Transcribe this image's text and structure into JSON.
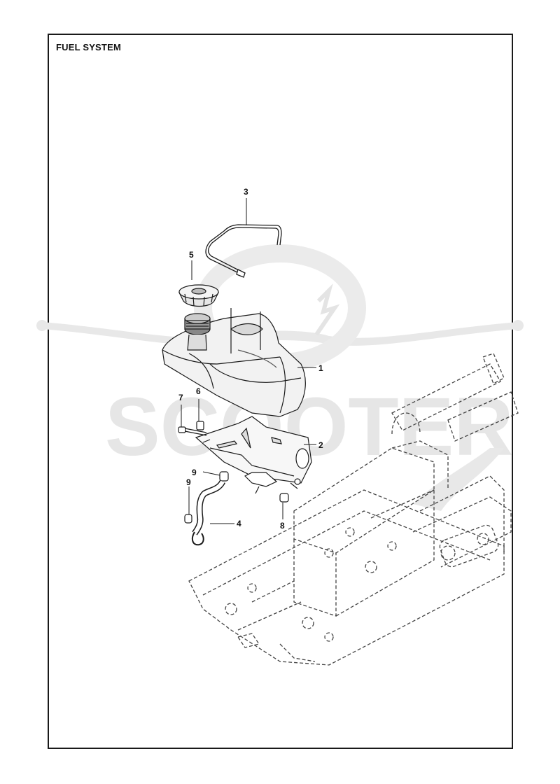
{
  "title": "FUEL SYSTEM",
  "watermark": {
    "text": "SCOOTER",
    "color": "#e6e6e6"
  },
  "colors": {
    "line": "#1a1a1a",
    "frame_dashed": "#555555",
    "tank_fill": "#f2f2f2"
  },
  "callouts": [
    {
      "id": "c1",
      "label": "1"
    },
    {
      "id": "c2",
      "label": "2"
    },
    {
      "id": "c3",
      "label": "3"
    },
    {
      "id": "c4",
      "label": "4"
    },
    {
      "id": "c5",
      "label": "5"
    },
    {
      "id": "c6",
      "label": "6"
    },
    {
      "id": "c7",
      "label": "7"
    },
    {
      "id": "c8",
      "label": "8"
    },
    {
      "id": "c9a",
      "label": "9"
    },
    {
      "id": "c9b",
      "label": "9"
    }
  ]
}
